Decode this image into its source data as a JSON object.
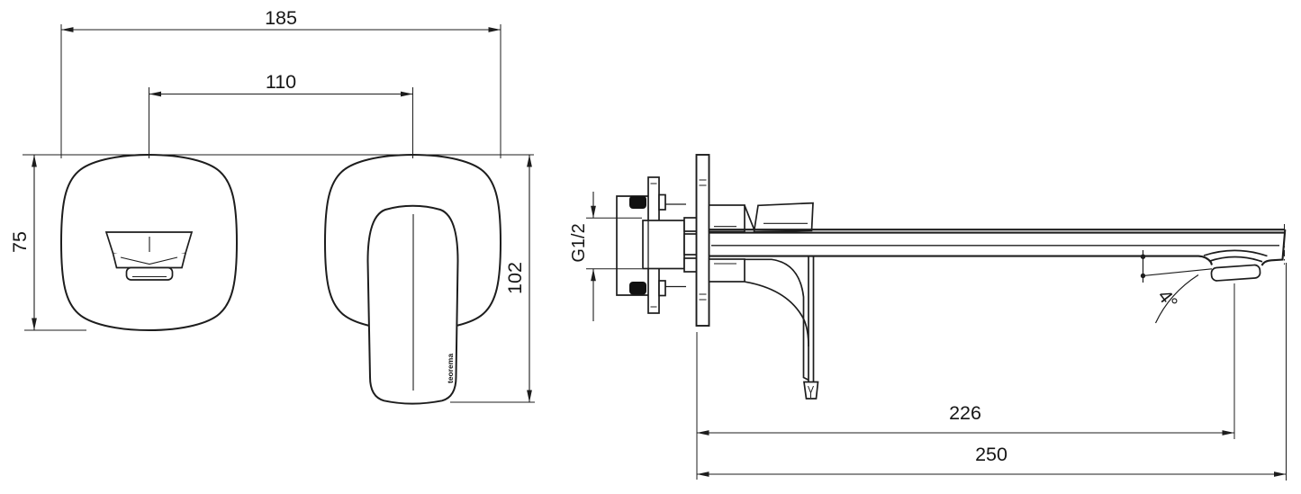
{
  "drawing": {
    "brand_text": "teorema",
    "dimensions": {
      "overall_width": "185",
      "centers_distance": "110",
      "plate_height": "75",
      "handle_height": "102",
      "inlet_thread": "G1/2",
      "spout_angle": "4°",
      "spout_reach": "226",
      "overall_depth": "250"
    },
    "colors": {
      "line": "#1d1d1d",
      "background": "#ffffff"
    }
  }
}
